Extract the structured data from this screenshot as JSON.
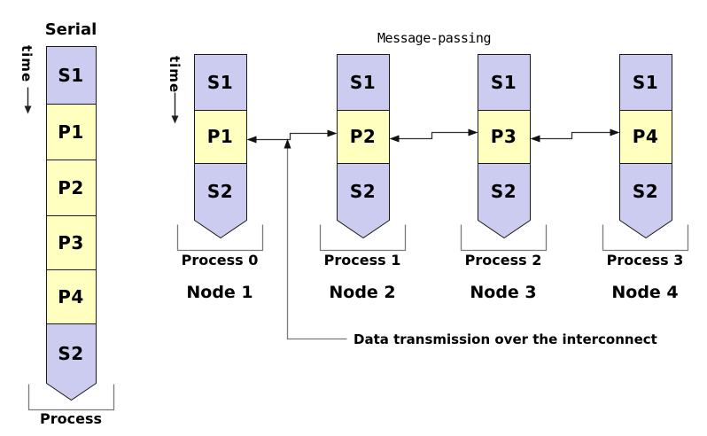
{
  "colors": {
    "serial_block_fill": "#ccccf0",
    "parallel_block_fill": "#ffffc0",
    "block_outline": "#1a1a1a",
    "bracket_gray": "#7a7a7a",
    "arrow_black": "#202020",
    "background": "#ffffff"
  },
  "serial": {
    "title": "Serial",
    "time_label": "time",
    "blocks": [
      "S1",
      "P1",
      "P2",
      "P3",
      "P4",
      "S2"
    ],
    "process_label": "Process"
  },
  "message_passing": {
    "title": "Message-passing",
    "time_label": "time",
    "columns": [
      {
        "s1": "S1",
        "p": "P1",
        "s2": "S2",
        "process_label": "Process 0",
        "node_label": "Node 1"
      },
      {
        "s1": "S1",
        "p": "P2",
        "s2": "S2",
        "process_label": "Process 1",
        "node_label": "Node 2"
      },
      {
        "s1": "S1",
        "p": "P3",
        "s2": "S2",
        "process_label": "Process 2",
        "node_label": "Node 3"
      },
      {
        "s1": "S1",
        "p": "P4",
        "s2": "S2",
        "process_label": "Process 3",
        "node_label": "Node 4"
      }
    ],
    "callout_label": "Data transmission over the interconnect"
  }
}
